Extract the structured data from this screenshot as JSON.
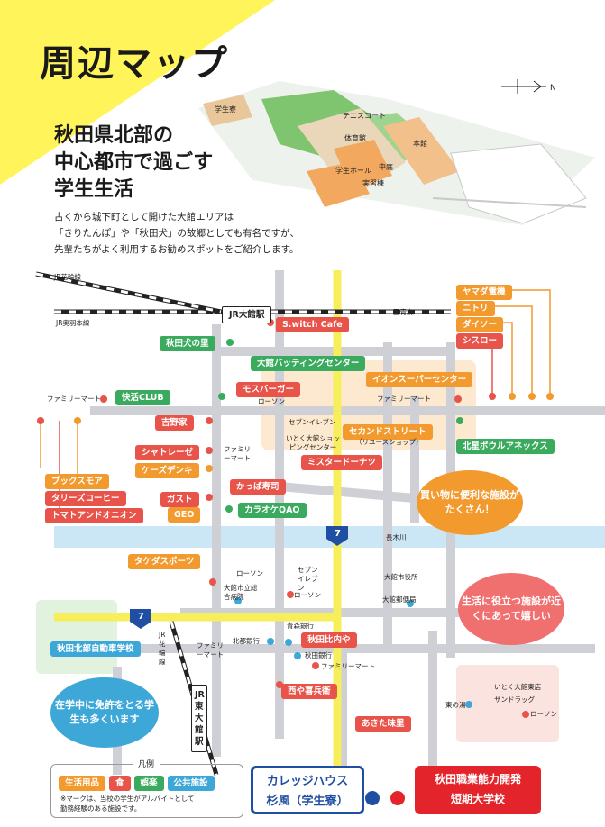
{
  "header": {
    "title": "周辺マップ",
    "subtitle_lines": [
      "秋田県北部の",
      "中心都市で過ごす",
      "学生生活"
    ],
    "intro_lines": [
      "古くから城下町として開けた大館エリアは",
      "「きりたんぽ」や「秋田犬」の故郷としても有名ですが、",
      "先輩たちがよく利用するお勧めスポットをご紹介します。"
    ]
  },
  "campus": {
    "labels": {
      "dorm": "学生寮",
      "tennis": "テニスコート",
      "gym": "体育館",
      "main": "本館",
      "hall": "学生ホール",
      "court": "中庭",
      "practice": "実習棟"
    },
    "compass": "N"
  },
  "rail": {
    "ou": "JR奥羽本線",
    "hanawa": "JR花輪線",
    "station": "JR大館駅",
    "to_aomori": "至青森",
    "higashi_odate": "JR東大館駅",
    "hanawa_line_lower": "JR花輪線"
  },
  "route": {
    "number": "7",
    "river": "長木川"
  },
  "places": {
    "switch_cafe": "S.witch Cafe",
    "akita_inu": "秋田犬の里",
    "batting": "大館バッティングセンター",
    "aeon": "イオンスーパーセンター",
    "yamada": "ヤマダ電機",
    "nitori": "ニトリ",
    "daiso": "ダイソー",
    "shiseido": "シスロー",
    "famima_1": "ファミリーマート",
    "kaikatsu": "快活CLUB",
    "mos": "モスバーガー",
    "lawson_1": "ローソン",
    "famima_2": "ファミリーマート",
    "seven_1": "セブンイレブン",
    "yoshinoya": "吉野家",
    "itoku_shopping": "いとく大館ショッピングセンター",
    "second_street": "セカンドストリート",
    "second_street_sub": "（リユースショップ）",
    "hokusei": "北星ボウルアネックス",
    "chateraise": "シャトレーゼ",
    "famima_3": "ファミリーマート",
    "misdo": "ミスタードーナツ",
    "ks": "ケーズデンキ",
    "books": "ブックスモア",
    "tullys": "タリーズコーヒー",
    "tomato": "トマトアンドオニオン",
    "kappa": "かっぱ寿司",
    "gusto": "ガスト",
    "karaoke": "カラオケQAQ",
    "geo": "GEO",
    "takeda": "タケダスポーツ",
    "lawson_2": "ローソン",
    "seven_2": "セブンイレブン",
    "city_hall": "大館市役所",
    "hospital": "大館市立総合病院",
    "lawson_3": "ローソン",
    "post": "大館郵便局",
    "driving": "秋田北部自動車学校",
    "aomori_bank": "青森銀行",
    "hokuto_bank": "北都銀行",
    "hinaiya": "秋田比内や",
    "akita_bank": "秋田銀行",
    "famima_4": "ファミリーマート",
    "famima_5": "ファミリーマート",
    "nishiya": "西や喜兵衛",
    "akita_mame": "あきた味里",
    "itoku_odate": "いとく大館東店",
    "sundrug": "サンドラッグ",
    "higashi_yu": "東の湯",
    "lawson_4": "ローソン"
  },
  "bubbles": {
    "shopping": "買い物に便利な施設がたくさん！",
    "life": "生活に役立つ施設が近くにあって嬉しい",
    "license": "在学中に免許をとる学生も多くいます"
  },
  "legend": {
    "title": "凡例",
    "items": [
      "生活用品",
      "食",
      "娯楽",
      "公共施設"
    ],
    "note_lines": [
      "※マークは、当校の学生がアルバイトとして",
      "勤務経験のある施設です。"
    ]
  },
  "bottom": {
    "dorm_line1": "カレッジハウス",
    "dorm_line2": "杉風（学生寮）",
    "school_line1": "秋田職業能力開発",
    "school_line2": "短期大学校"
  },
  "colors": {
    "food": "#e8534a",
    "goods": "#f29a2e",
    "fun": "#3aaa5e",
    "public": "#3da7d8",
    "road": "#cfcfd6",
    "main_road": "#f7ee5c",
    "river": "#cbe7f6"
  }
}
